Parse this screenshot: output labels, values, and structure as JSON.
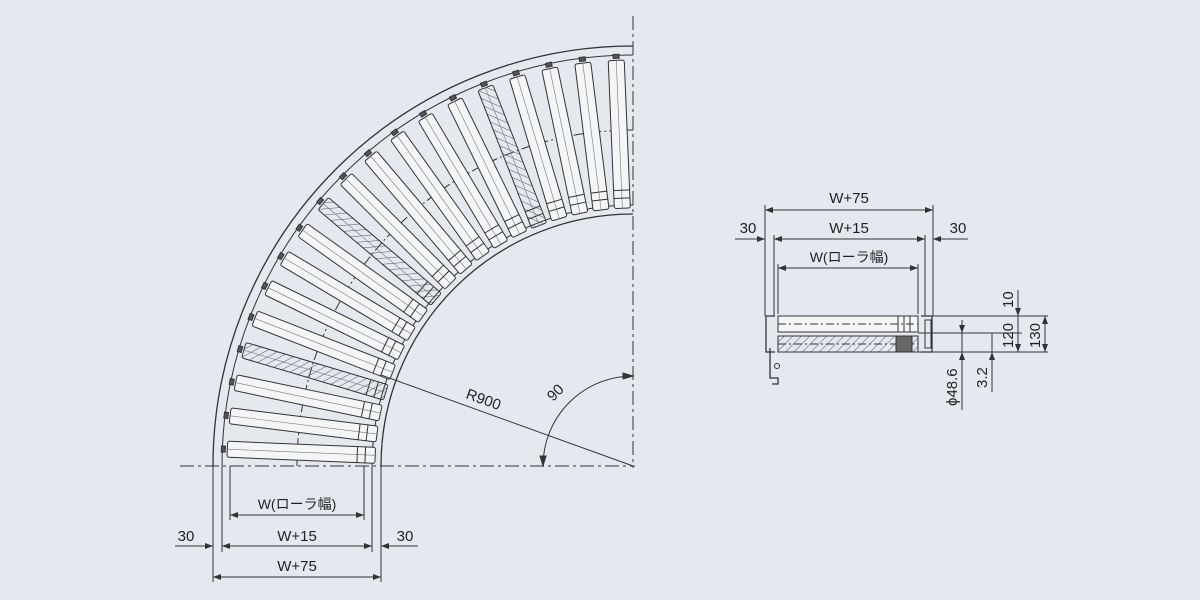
{
  "colors": {
    "background": "#e4e9ef",
    "line": "#333333",
    "roller_fill": "#f4f5f7",
    "hatch": "#555555"
  },
  "plan_view": {
    "radius_label": "R900",
    "angle_label": "90",
    "roller_count": 19,
    "dim_roller_width": "W(ローラ幅)",
    "dim_left": "30",
    "dim_mid": "W+15",
    "dim_right": "30",
    "dim_total": "W+75"
  },
  "section_view": {
    "dim_total": "W+75",
    "dim_left": "30",
    "dim_mid": "W+15",
    "dim_right": "30",
    "dim_roller_width": "W(ローラ幅)",
    "dim_top": "10",
    "dim_middle": "120",
    "dim_height": "130",
    "dim_diameter": "ϕ48.6",
    "dim_thickness": "3.2"
  }
}
